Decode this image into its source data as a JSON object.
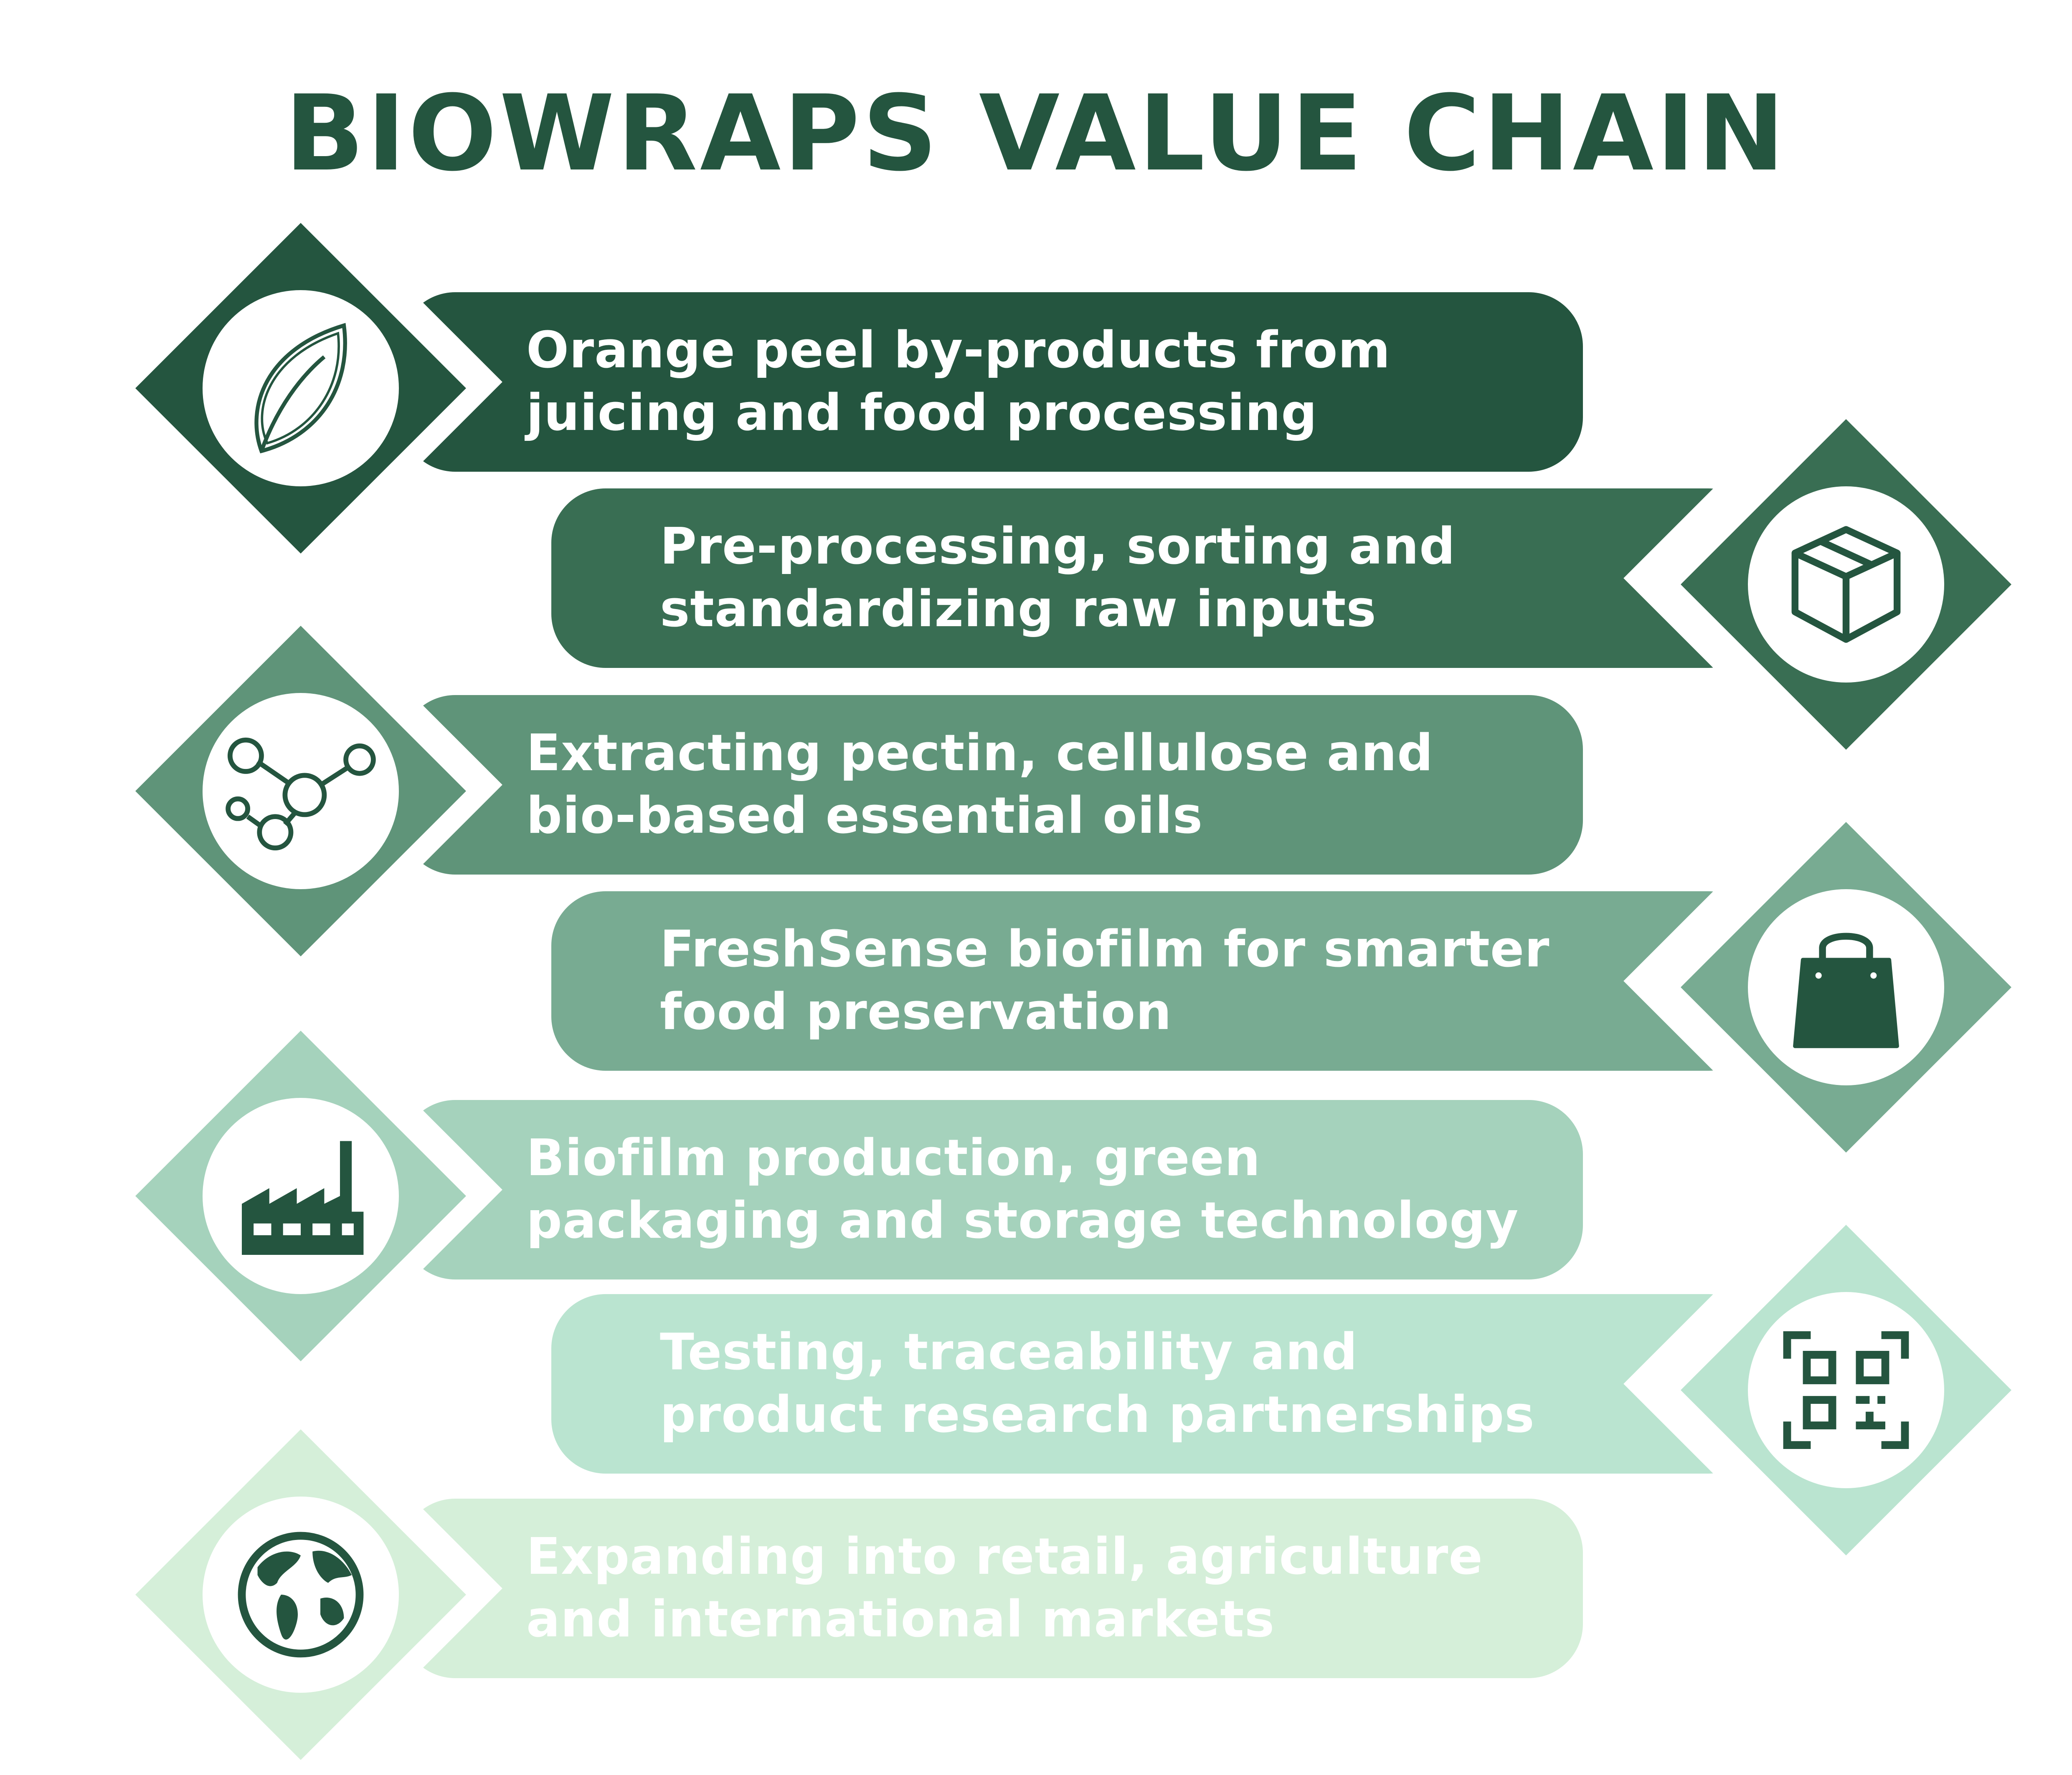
{
  "title": "BIOWRAPS VALUE CHAIN",
  "steps": [
    {
      "text": "Orange peel by-products from\njuicing and food processing",
      "icon": "leaf-icon",
      "band_color": "#24553f",
      "diamond_color": "#24553f",
      "text_color": "#ffffff",
      "side": "left"
    },
    {
      "text": "Pre-processing, sorting and\nstandardizing raw inputs",
      "icon": "box-icon",
      "band_color": "#396e53",
      "diamond_color": "#396e53",
      "text_color": "#ffffff",
      "side": "right"
    },
    {
      "text": "Extracting pectin, cellulose and\nbio-based essential oils",
      "icon": "molecule-icon",
      "band_color": "#5f9479",
      "diamond_color": "#5f9479",
      "text_color": "#ffffff",
      "side": "left"
    },
    {
      "text": "FreshSense biofilm for smarter\nfood preservation",
      "icon": "shopping-bag-icon",
      "band_color": "#78ab92",
      "diamond_color": "#78ab92",
      "text_color": "#ffffff",
      "side": "right"
    },
    {
      "text": "Biofilm production, green\npackaging and storage technology",
      "icon": "factory-icon",
      "band_color": "#a5d2bc",
      "diamond_color": "#a5d2bc",
      "text_color": "#ffffff",
      "side": "left"
    },
    {
      "text": "Testing, traceability and\nproduct research partnerships",
      "icon": "qr-code-icon",
      "band_color": "#bae4d0",
      "diamond_color": "#bae4d0",
      "text_color": "#ffffff",
      "side": "right"
    },
    {
      "text": "Expanding into retail, agriculture\nand international markets",
      "icon": "globe-icon",
      "band_color": "#d5efd9",
      "diamond_color": "#d5efd9",
      "text_color": "#ffffff",
      "side": "left"
    }
  ],
  "icon_color": "#24553f"
}
